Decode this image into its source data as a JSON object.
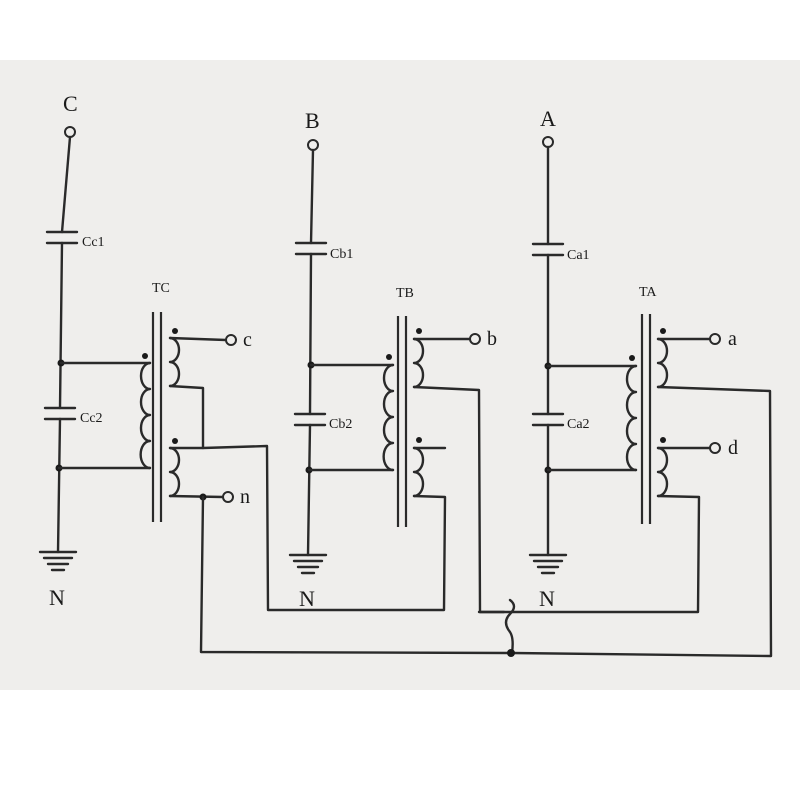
{
  "diagram": {
    "phases": [
      {
        "id": "C",
        "label": "C",
        "cap_top": "Cc1",
        "cap_bottom": "Cc2",
        "transformer": "TC",
        "ground": "N",
        "out_top": "c",
        "out_bottom": "n"
      },
      {
        "id": "B",
        "label": "B",
        "cap_top": "Cb1",
        "cap_bottom": "Cb2",
        "transformer": "TB",
        "ground": "N",
        "out_top": "b",
        "out_bottom": ""
      },
      {
        "id": "A",
        "label": "A",
        "cap_top": "Ca1",
        "cap_bottom": "Ca2",
        "transformer": "TA",
        "ground": "N",
        "out_top": "a",
        "out_bottom": "d"
      }
    ]
  }
}
